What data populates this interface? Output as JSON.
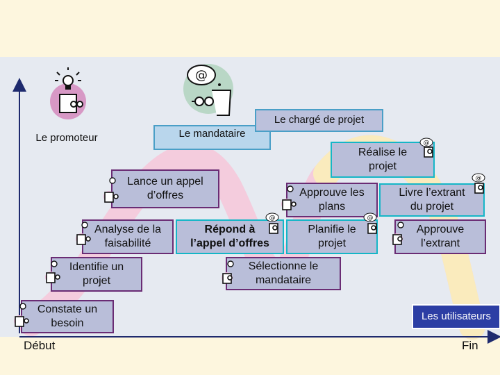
{
  "roles": {
    "promoteur": "Le promoteur",
    "mandataire": "Le mandataire",
    "charge_projet": "Le chargé de projet",
    "utilisateurs": "Les utilisateurs"
  },
  "steps": {
    "constate": [
      "Constate un",
      "besoin"
    ],
    "identifie": [
      "Identifie un",
      "projet"
    ],
    "analyse": [
      "Analyse de la",
      "faisabilité"
    ],
    "lance": [
      "Lance un appel",
      "d’offres"
    ],
    "repond": [
      "Répond à",
      "l’appel d’offres"
    ],
    "selectionne": [
      "Sélectionne le",
      "mandataire"
    ],
    "planifie": [
      "Planifie le",
      "projet"
    ],
    "approuve_plans": [
      "Approuve les",
      "plans"
    ],
    "realise": [
      "Réalise le",
      "projet"
    ],
    "livre": [
      "Livre l’extrant",
      "du projet"
    ],
    "approuve_extrant": [
      "Approuve",
      "l’extrant"
    ]
  },
  "axis": {
    "start": "Début",
    "end": "Fin"
  },
  "colors": {
    "path_pink": "#f6c7d9",
    "path_yellow": "#fbeeb9",
    "step_border": "#6a2c74",
    "role_border": "#4a9fc7",
    "teal_border": "#15b6c7"
  },
  "icons": [
    "lightbulb-icon",
    "person-icon",
    "at-sign-icon"
  ]
}
